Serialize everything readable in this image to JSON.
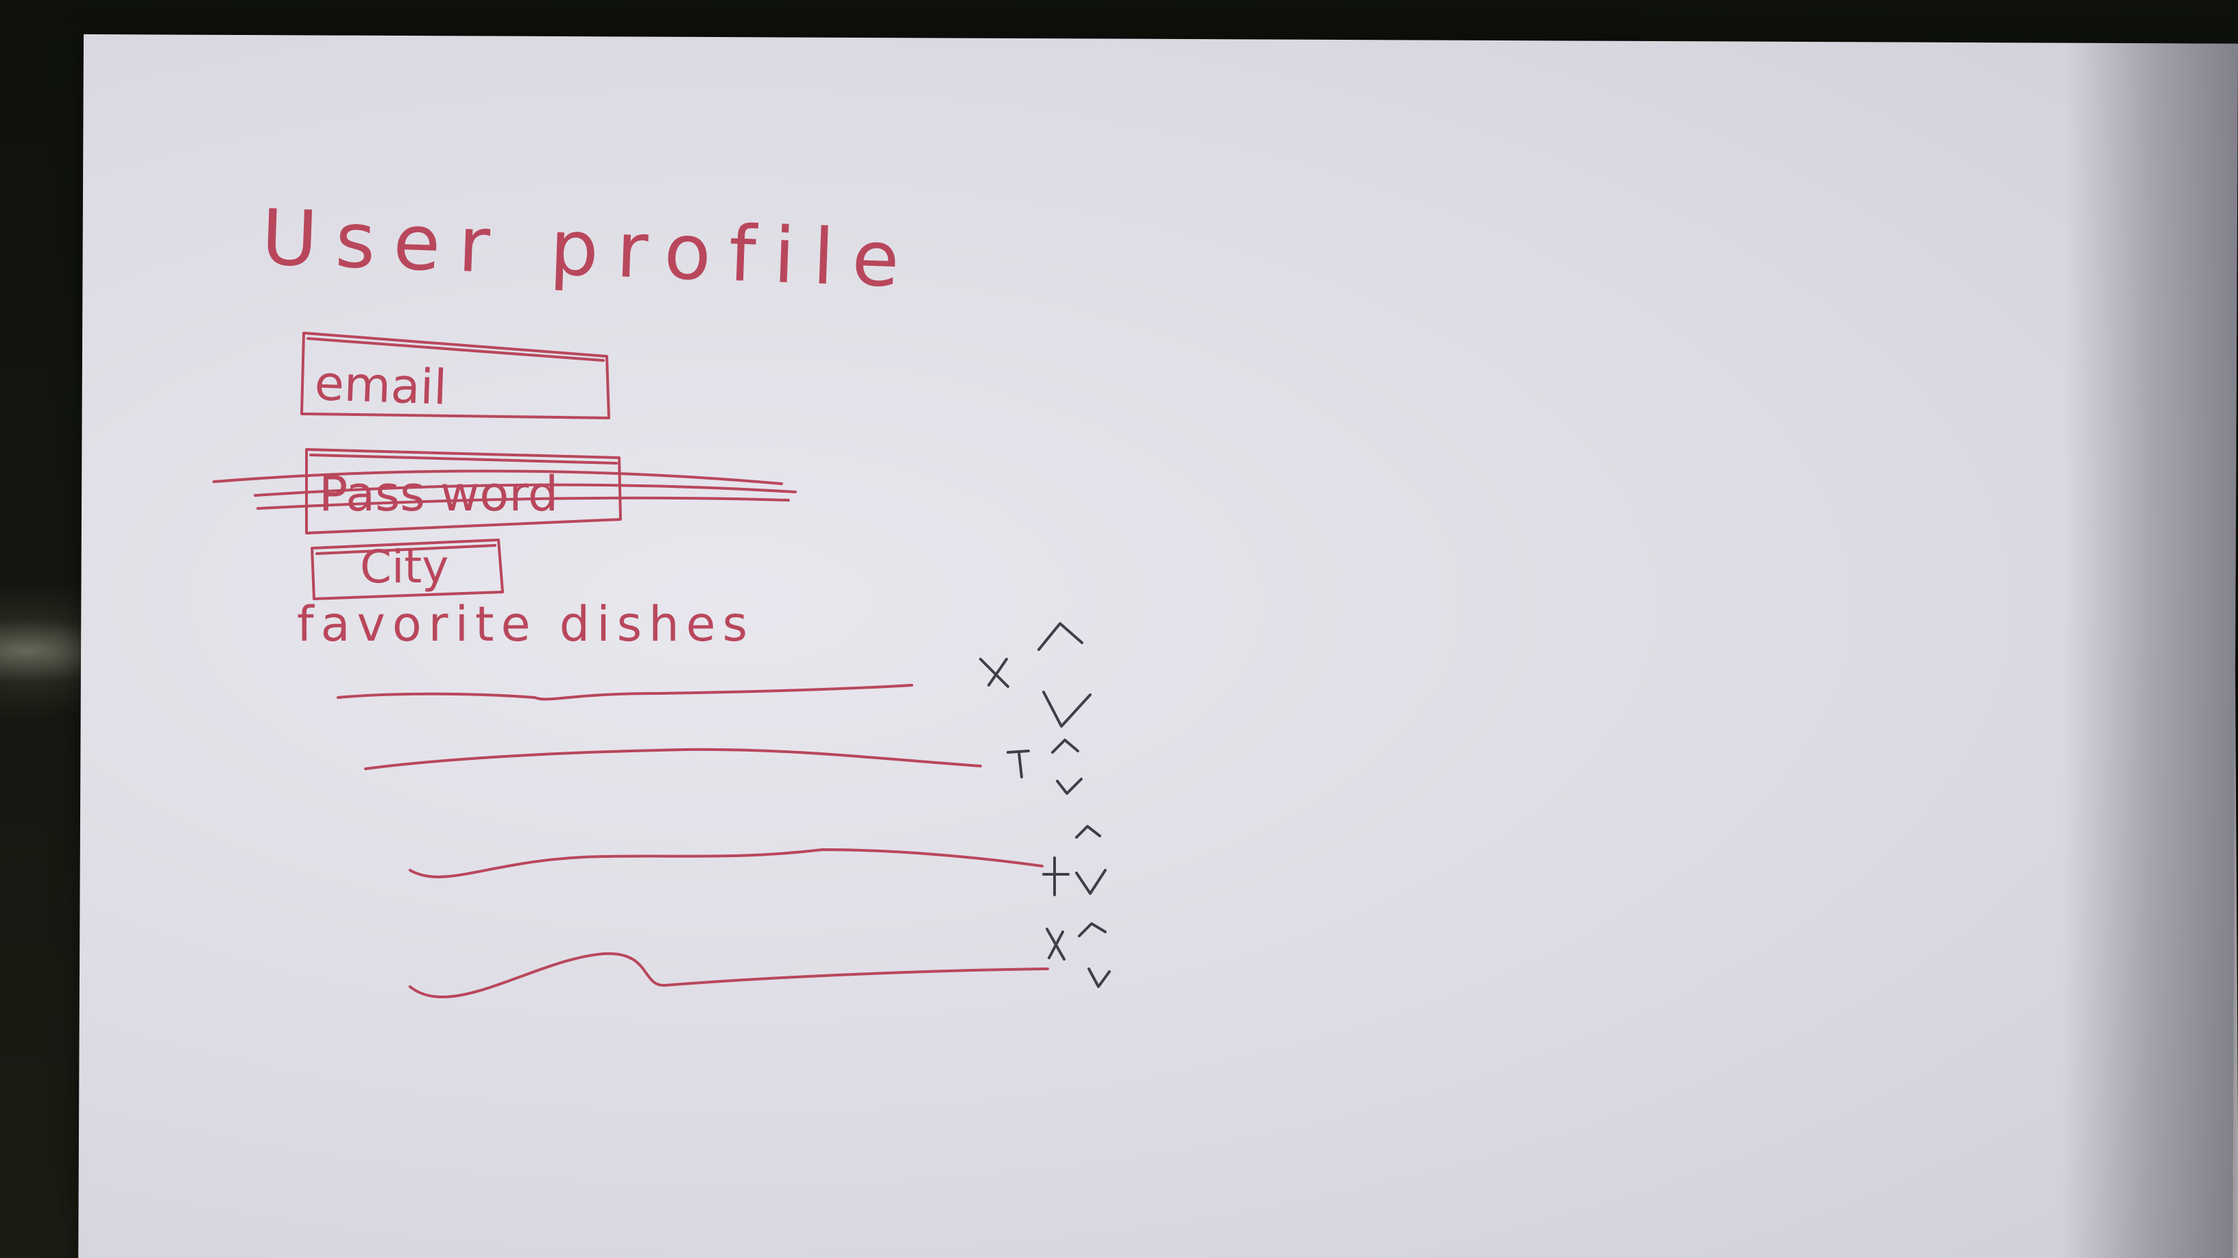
{
  "title": "User profile",
  "fields": {
    "email": "email",
    "password": "Pass word",
    "city": "City"
  },
  "favorites": {
    "label": "favorite dishes"
  },
  "colors": {
    "pen_red": "#b9475c",
    "pen_dark": "#3f3f48",
    "paper": "#e4e3ea",
    "background": "#15170f"
  },
  "icons": {
    "remove": "x-icon",
    "move_up": "chevron-up-icon",
    "move_down": "chevron-down-icon"
  }
}
